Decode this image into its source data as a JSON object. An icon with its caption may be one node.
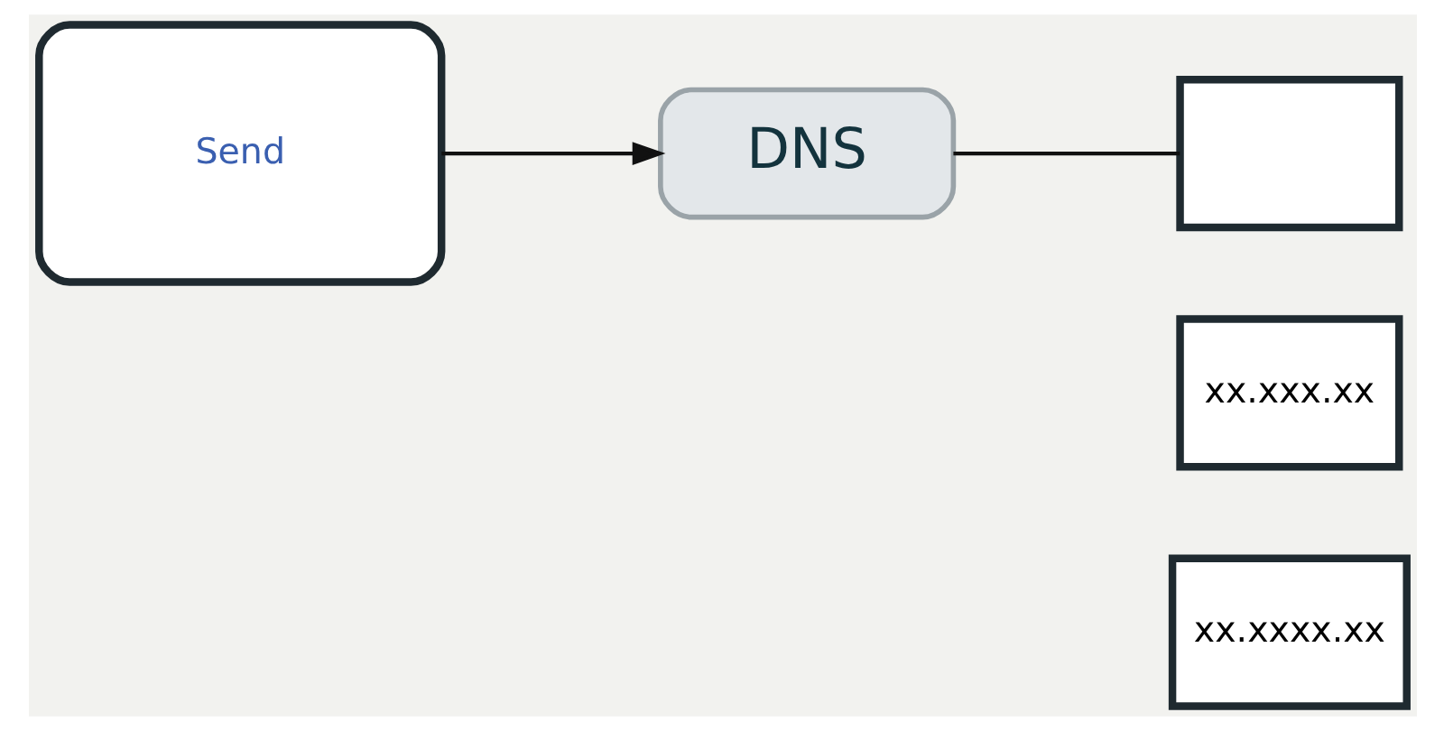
{
  "diagram": {
    "nodes": [
      {
        "text": [
          "Send"
        ]
      },
      {
        "text": [
          "DNS"
        ]
      },
      {
        "text": [],
        "shape": "box"
      },
      {
        "text": [
          "xx.xxx.xx"
        ]
      },
      {
        "text": [
          "xx.xxxx.xx"
        ]
      }
    ],
    "edges": [
      {
        "from": 0,
        "to": 1,
        "arrow": "to"
      },
      {
        "from": 1,
        "to": 2,
        "arrow": "none"
      }
    ]
  }
}
